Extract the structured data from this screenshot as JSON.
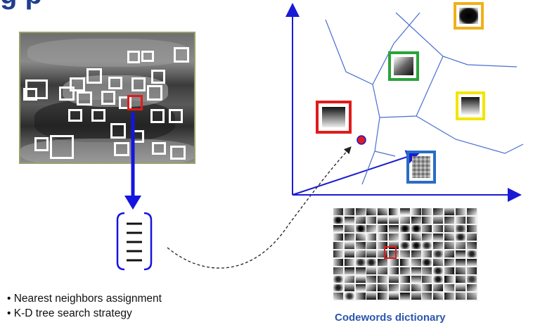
{
  "title_fragment": "g   p",
  "bullets": [
    "• Nearest neighbors assignment",
    "• K-D tree search strategy"
  ],
  "caption": "Codewords dictionary",
  "colors": {
    "blue_arrow": "#1414e0",
    "axis": "#1a1ad4",
    "region_line": "#4a6fd0",
    "selected": "#e01b1b",
    "codeword_red": "#e01b1b",
    "codeword_green": "#2aa33a",
    "codeword_yellow": "#f2e500",
    "codeword_orange": "#f0b01a",
    "codeword_blue": "#2b6cc4",
    "caption_text": "#2a56b0"
  },
  "icons": {
    "descriptor_vector": "bracket-vector-icon",
    "query_point": "red-dot-icon"
  }
}
